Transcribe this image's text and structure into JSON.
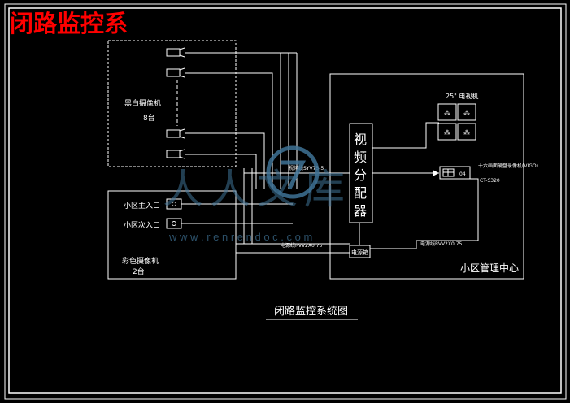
{
  "header": {
    "title": "闭路监控系"
  },
  "diagram_title": "闭路监控系统图",
  "cameras_group": {
    "label": "黑白摄像机",
    "count": "8台"
  },
  "color_group": {
    "entrance_main": "小区主入口",
    "entrance_secondary": "小区次入口",
    "label": "彩色摄像机",
    "count": "2台"
  },
  "control_center": {
    "label": "小区管理中心",
    "distributor": [
      "视",
      "频",
      "分",
      "配",
      "器"
    ],
    "monitor_label": "25\" 电视机",
    "recorder_badge": "04",
    "recorder_label_1": "十六画面硬盘录像机(VIGO)",
    "recorder_label_2": "CT-S320",
    "power_box": "电源箱"
  },
  "cables": {
    "video": "视频线SYV75-5",
    "power_upper": "电源线RVV2X0.75",
    "power_lower": "电源线RVV2X0.75"
  },
  "watermark": {
    "brand": "人人文库",
    "url": "w w w . r e n r e n d o c . c o m"
  },
  "colors": {
    "background": "#000000",
    "line": "#ffffff",
    "title": "#ff0000",
    "watermark": "#3f7396"
  }
}
